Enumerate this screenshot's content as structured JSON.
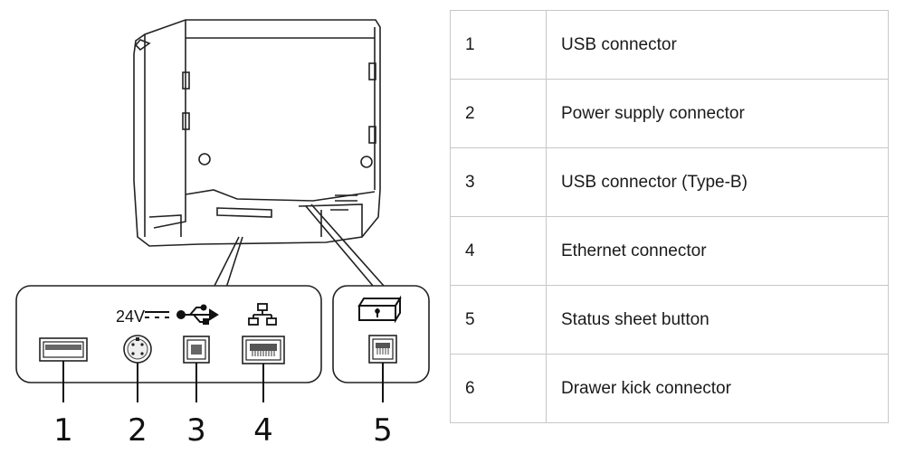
{
  "diagram": {
    "voltage_label": "24V",
    "callouts": [
      "1",
      "2",
      "3",
      "4",
      "5"
    ]
  },
  "table": {
    "rows": [
      {
        "num": "1",
        "label": "USB connector"
      },
      {
        "num": "2",
        "label": "Power supply connector"
      },
      {
        "num": "3",
        "label": "USB connector (Type-B)"
      },
      {
        "num": "4",
        "label": "Ethernet connector"
      },
      {
        "num": "5",
        "label": "Status sheet button"
      },
      {
        "num": "6",
        "label": "Drawer kick connector"
      }
    ]
  },
  "icons": [
    "usb-symbol-icon",
    "network-icon",
    "dc-power-icon",
    "drawer-icon"
  ]
}
